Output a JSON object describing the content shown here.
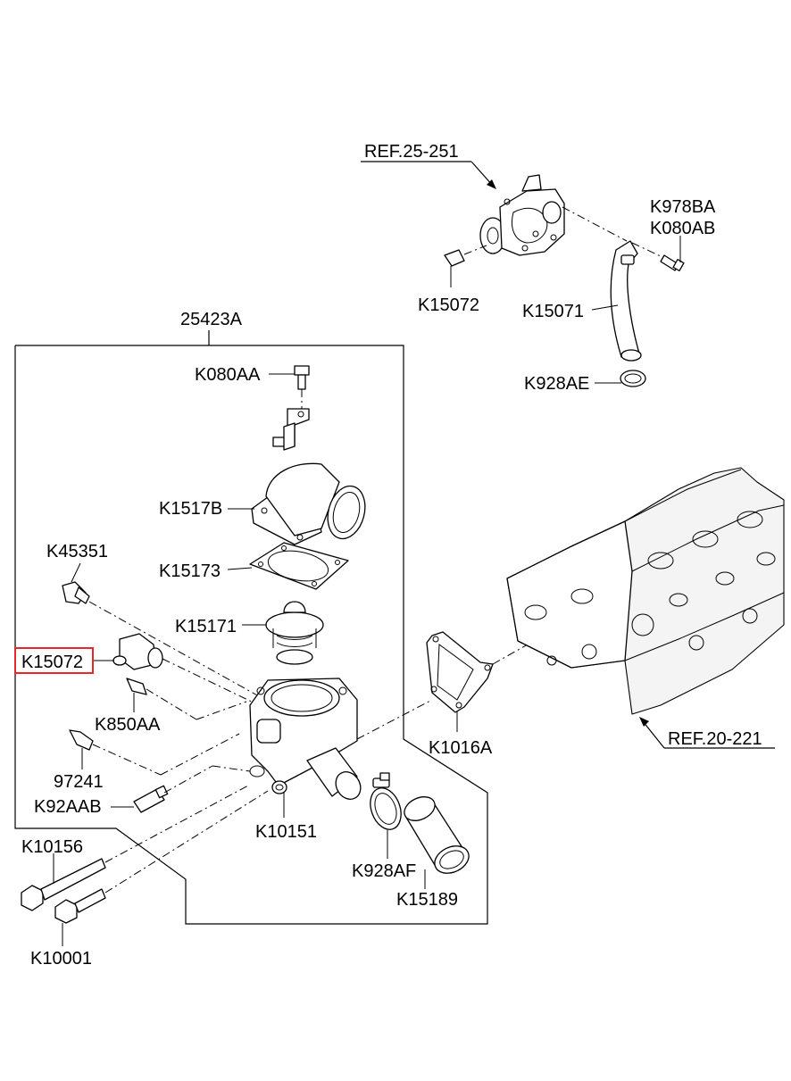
{
  "diagram": {
    "refs": {
      "water_pump": "REF.25-251",
      "cylinder_head": "REF.20-221"
    },
    "assembly": "25423A",
    "labels": {
      "k978ba": "K978BA",
      "k080ab": "K080AB",
      "k15072_top": "K15072",
      "k15071": "K15071",
      "k928ae": "K928AE",
      "k080aa": "K080AA",
      "k1517b": "K1517B",
      "k45351": "K45351",
      "k15173": "K15173",
      "k15171": "K15171",
      "k15072_side": "K15072",
      "k850aa": "K850AA",
      "k1016a": "K1016A",
      "p97241": "97241",
      "k92aab": "K92AAB",
      "k10151": "K10151",
      "k10156": "K10156",
      "k928af": "K928AF",
      "k15189": "K15189",
      "k10001": "K10001"
    },
    "highlight_color": "#e8262b"
  }
}
